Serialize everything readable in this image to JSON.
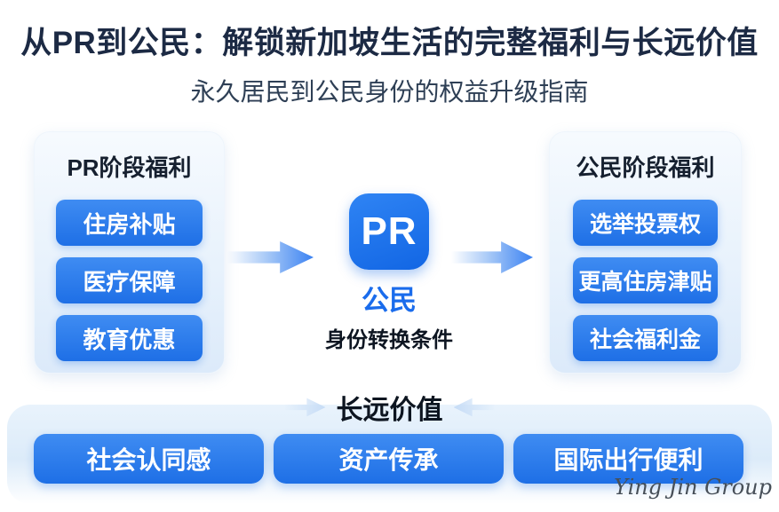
{
  "header": {
    "title": "从PR到公民：解锁新加坡生活的完整福利与长远价值",
    "subtitle": "永久居民到公民身份的权益升级指南"
  },
  "left_panel": {
    "title": "PR阶段福利",
    "items": [
      "住房补贴",
      "医疗保障",
      "教育优惠"
    ]
  },
  "center": {
    "badge": "PR",
    "label": "公民",
    "caption": "身份转换条件"
  },
  "right_panel": {
    "title": "公民阶段福利",
    "items": [
      "选举投票权",
      "更高住房津贴",
      "社会福利金"
    ]
  },
  "bottom": {
    "title": "长远价值",
    "items": [
      "社会认同感",
      "资产传承",
      "国际出行便利"
    ]
  },
  "watermark": "Ying Jin Group",
  "icons": {
    "flow_arrows": "arrow-right-icon",
    "bottom_title_arrows": "chevron-inward-icons"
  },
  "colors": {
    "accent_blue": "#2277ea",
    "button_gradient_top": "#3f8cf2",
    "button_gradient_bottom": "#1e6fe6",
    "panel_light_blue": "#e8f2fc",
    "title_navy": "#1c2a44",
    "citizen_label_blue": "#1a6cec",
    "dark_text": "#0e1622"
  }
}
